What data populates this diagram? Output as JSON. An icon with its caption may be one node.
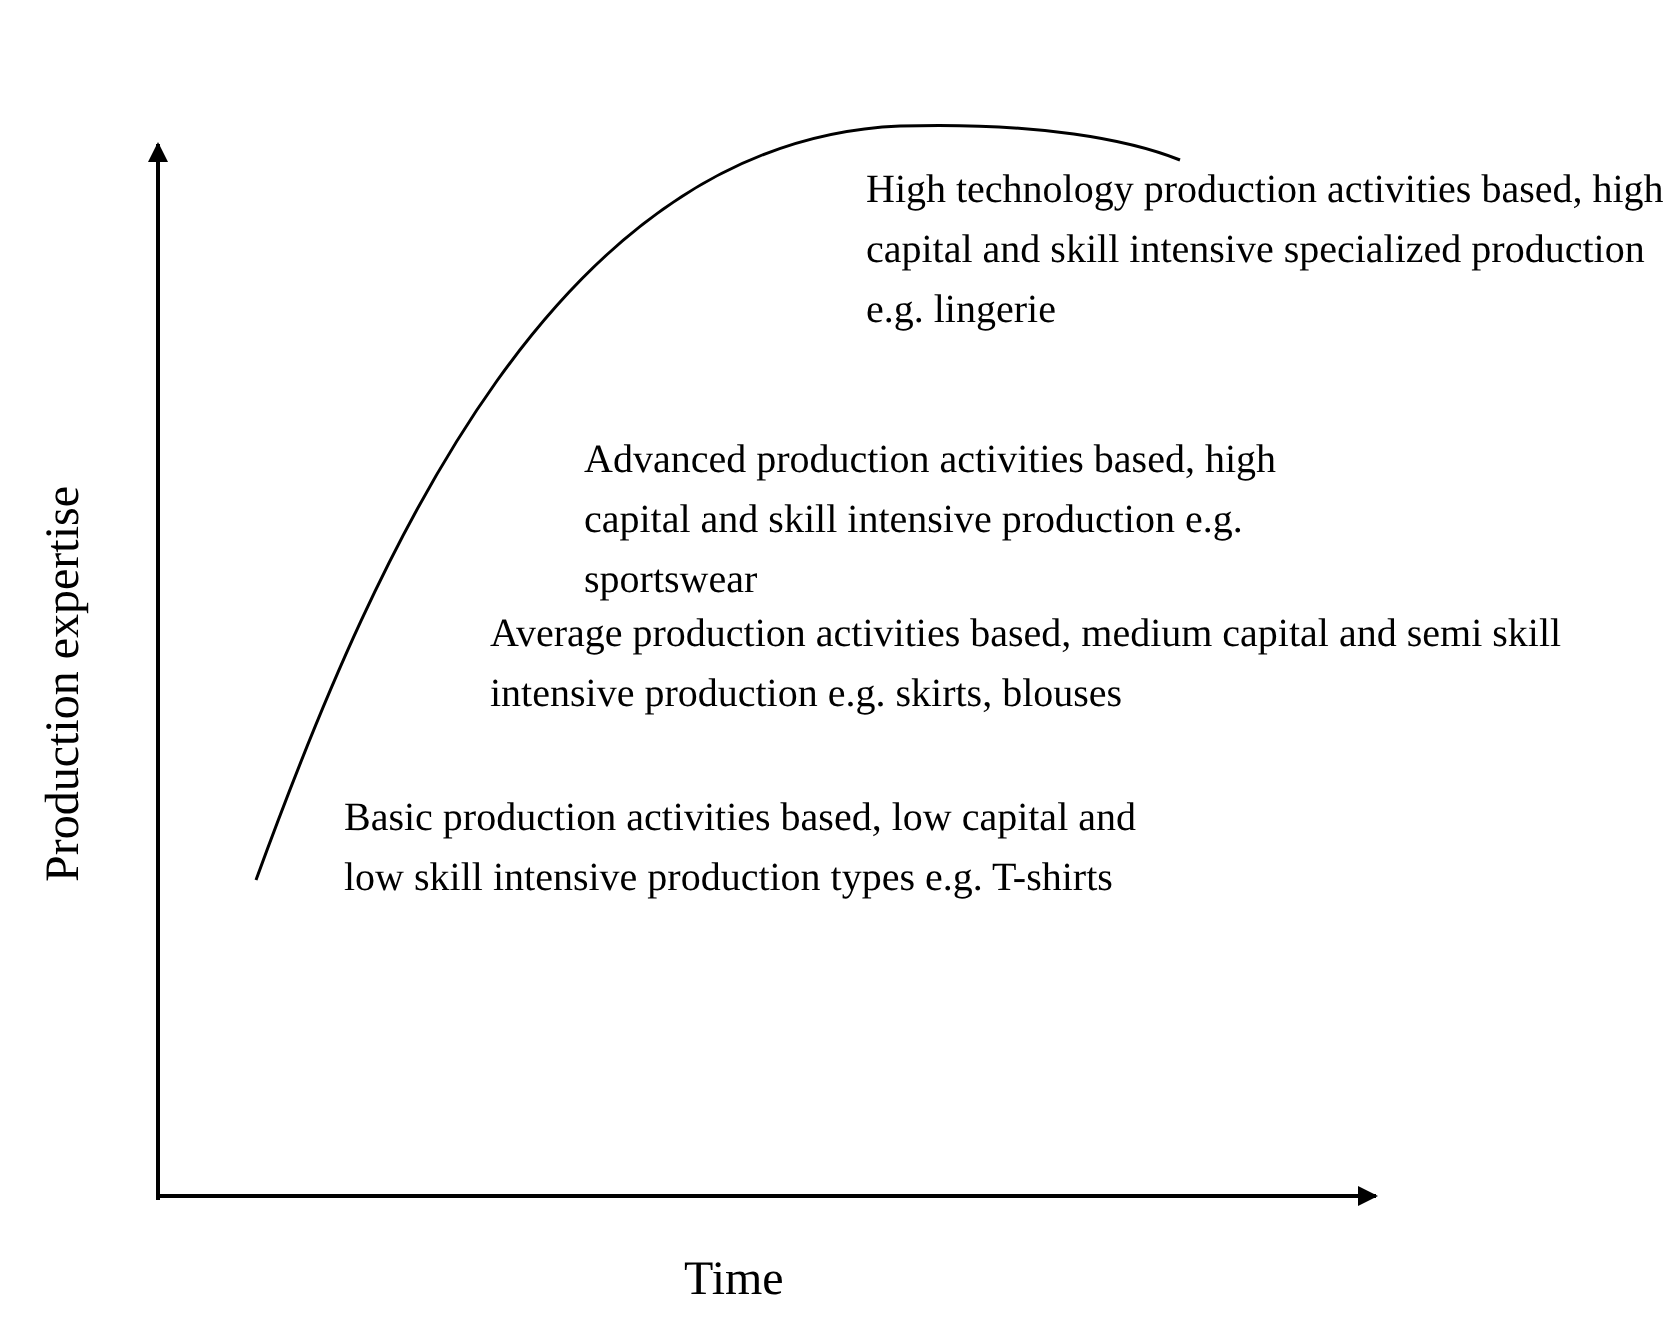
{
  "diagram": {
    "labels": [
      "High technology production activities based, high capital and skill intensive specialized production e.g. lingerie",
      "Advanced production activities based, high capital and skill intensive production e.g. sportswear",
      "Average production activities based, medium capital and semi skill intensive production e.g. skirts, blouses",
      "Basic production activities based, low capital and low skill intensive production types e.g. T-shirts",
      "Production expertise",
      "Time"
    ]
  }
}
